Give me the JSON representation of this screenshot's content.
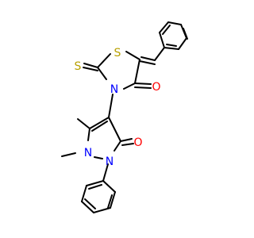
{
  "structure": {
    "atom_labels": {
      "thiazolidine_s": "S",
      "thione_s": "S",
      "thiazolidine_n": "N",
      "carbonyl_o_thiazolidinone": "O",
      "pyrazolone_n1": "N",
      "pyrazolone_n2": "N",
      "carbonyl_o_pyrazolone": "O"
    },
    "colors": {
      "bond": "#000000",
      "sulfur": "#b8a000",
      "nitrogen": "#0000ff",
      "oxygen": "#ff0000"
    }
  }
}
